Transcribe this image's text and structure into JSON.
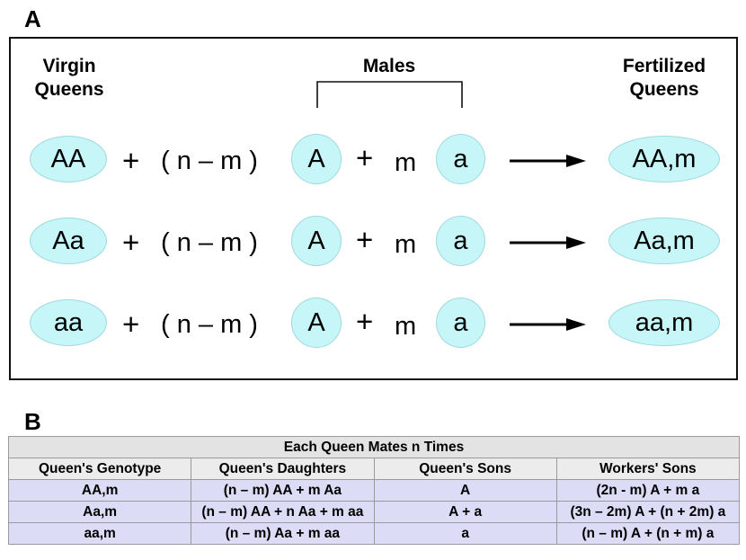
{
  "panel_a": {
    "letter": "A",
    "header_virgin": "Virgin\nQueens",
    "header_males": "Males",
    "header_fertilized": "Fertilized\nQueens",
    "rows": [
      {
        "virgin": "AA",
        "plus1": "+",
        "paren": "( n – m )",
        "male1": "A",
        "plus2": "+",
        "m": "m",
        "male2": "a",
        "result": "AA,m"
      },
      {
        "virgin": "Aa",
        "plus1": "+",
        "paren": "( n – m )",
        "male1": "A",
        "plus2": "+",
        "m": "m",
        "male2": "a",
        "result": "Aa,m"
      },
      {
        "virgin": "aa",
        "plus1": "+",
        "paren": "( n – m )",
        "male1": "A",
        "plus2": "+",
        "m": "m",
        "male2": "a",
        "result": "aa,m"
      }
    ],
    "oval_color": "#c6f6f8"
  },
  "panel_b": {
    "letter": "B",
    "table_title": "Each Queen Mates n Times",
    "columns": [
      "Queen's Genotype",
      "Queen's Daughters",
      "Queen's Sons",
      "Workers' Sons"
    ],
    "rows": [
      [
        "AA,m",
        "(n – m) AA + m Aa",
        "A",
        "(2n - m) A + m a"
      ],
      [
        "Aa,m",
        "(n – m) AA + n Aa + m aa",
        "A + a",
        "(3n – 2m) A + (n + 2m) a"
      ],
      [
        "aa,m",
        "(n – m) Aa + m aa",
        "a",
        "(n – m) A + (n + m) a"
      ]
    ],
    "row_color": "#dcdcf6"
  }
}
